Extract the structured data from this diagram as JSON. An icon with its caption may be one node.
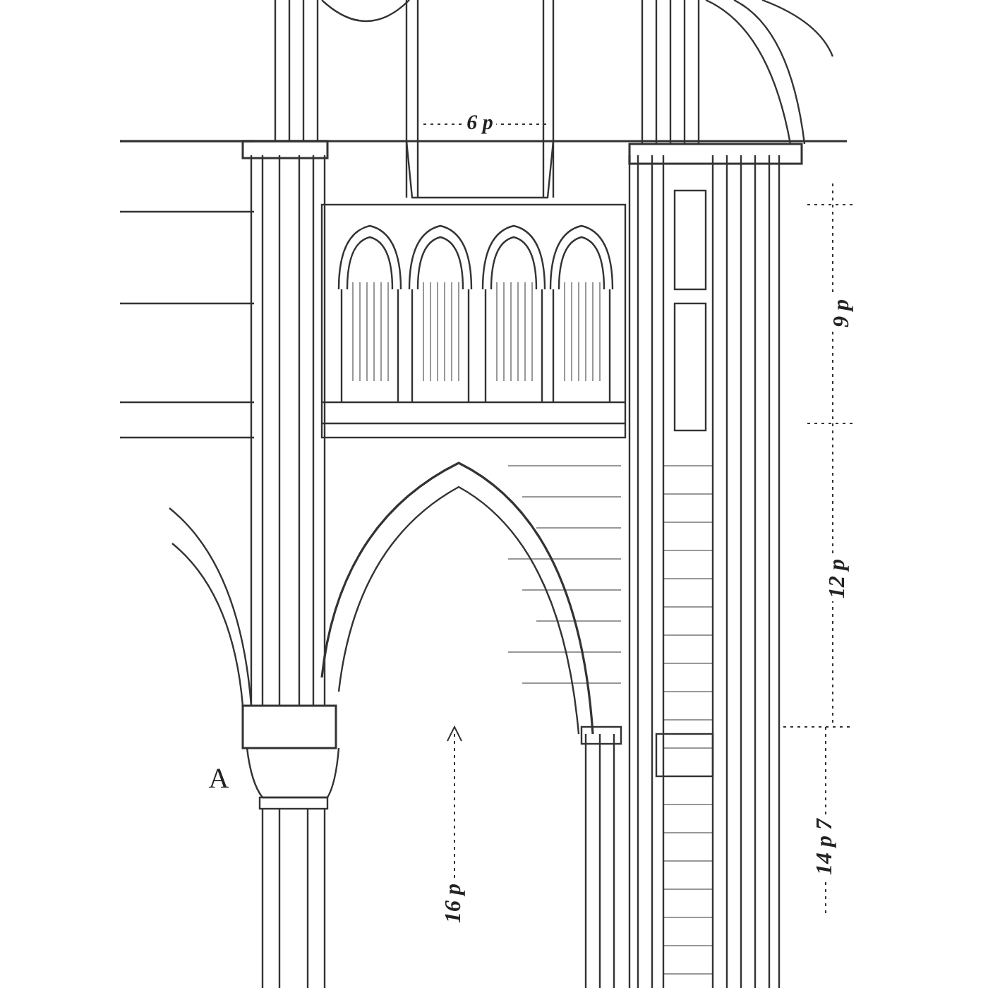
{
  "diagram": {
    "labels": [
      "6 p",
      "9 p",
      "12 p",
      "A",
      "16 p",
      "14 p 7"
    ]
  }
}
